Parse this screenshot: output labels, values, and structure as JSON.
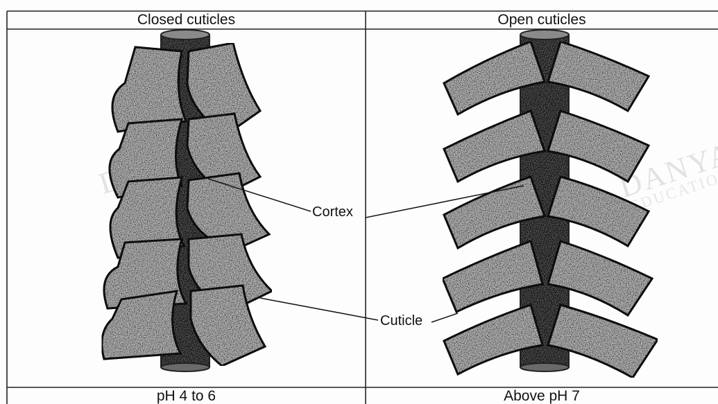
{
  "headers": {
    "left": "Closed cuticles",
    "right": "Open cuticles"
  },
  "footers": {
    "left": "pH 4 to 6",
    "right": "Above pH 7"
  },
  "labels": {
    "cortex": "Cortex",
    "cuticle": "Cuticle"
  },
  "watermark": {
    "main": "DANYA",
    "sub": "EDUCATION"
  }
}
